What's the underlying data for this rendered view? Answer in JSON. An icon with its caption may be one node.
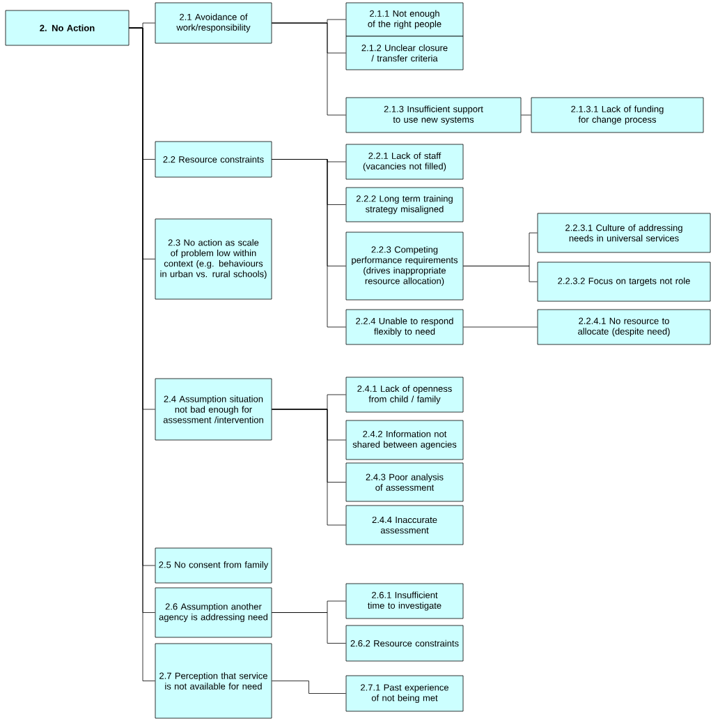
{
  "diagram": {
    "nodes": [
      {
        "text": [
          "2. No Action"
        ]
      },
      {
        "text": [
          "2.1 Avoidance of work/responsibility"
        ]
      },
      {
        "text": [
          "2.1.1 Not enough of the right people"
        ]
      },
      {
        "text": [
          "2.1.2 Unclear closure / transfer criteria"
        ]
      },
      {
        "text": [
          "2.1.3 Insufficient support to use new systems"
        ]
      },
      {
        "text": [
          "2.1.3.1 Lack of funding for change process"
        ]
      },
      {
        "text": [
          "2.2 Resource constraints"
        ]
      },
      {
        "text": [
          "2.2.1 Lack of staff (vacancies not filled)"
        ]
      },
      {
        "text": [
          "2.2.2 Long term training strategy misaligned"
        ]
      },
      {
        "text": [
          "2.2.3 Competing performance requirements (drives inappropriate resource allocation)"
        ]
      },
      {
        "text": [
          "2.2.3.1 Culture of addressing needs in universal services"
        ]
      },
      {
        "text": [
          "2.2.3.2 Focus on targets not role"
        ]
      },
      {
        "text": [
          "2.2.4 Unable to respond flexibly to need"
        ]
      },
      {
        "text": [
          "2.2.4.1 No resource to allocate (despite need)"
        ]
      },
      {
        "text": [
          "2.3 No action as scale of problem low within context (e.g. behaviours in urban vs. rural schools)"
        ]
      },
      {
        "text": [
          "2.4 Assumption situation not bad enough for assessment /intervention"
        ]
      },
      {
        "text": [
          "2.4.1 Lack of openness from child / family"
        ]
      },
      {
        "text": [
          "2.4.2 Information not shared between agencies"
        ]
      },
      {
        "text": [
          "2.4.3 Poor analysis of assessment"
        ]
      },
      {
        "text": [
          "2.4.4 Inaccurate assessment"
        ]
      },
      {
        "text": [
          "2.5 No consent from family"
        ]
      },
      {
        "text": [
          "2.6 Assumption another agency is addressing need"
        ]
      },
      {
        "text": [
          "2.6.1 Insufficient time to investigate"
        ]
      },
      {
        "text": [
          "2.6.2 Resource constraints"
        ]
      },
      {
        "text": [
          "2.7 Perception that service is not available for need"
        ]
      },
      {
        "text": [
          "2.7.1 Past experience of not being met"
        ]
      }
    ],
    "edges": [
      {
        "from": 0,
        "to": 1,
        "arrow": "none"
      },
      {
        "from": 0,
        "to": 6,
        "arrow": "none"
      },
      {
        "from": 0,
        "to": 14,
        "arrow": "none"
      },
      {
        "from": 0,
        "to": 15,
        "arrow": "none"
      },
      {
        "from": 0,
        "to": 20,
        "arrow": "none"
      },
      {
        "from": 0,
        "to": 21,
        "arrow": "none"
      },
      {
        "from": 0,
        "to": 24,
        "arrow": "none"
      },
      {
        "from": 1,
        "to": 2,
        "arrow": "none"
      },
      {
        "from": 1,
        "to": 3,
        "arrow": "none"
      },
      {
        "from": 1,
        "to": 4,
        "arrow": "none"
      },
      {
        "from": 4,
        "to": 5,
        "arrow": "none"
      },
      {
        "from": 6,
        "to": 7,
        "arrow": "none"
      },
      {
        "from": 6,
        "to": 8,
        "arrow": "none"
      },
      {
        "from": 6,
        "to": 9,
        "arrow": "none"
      },
      {
        "from": 6,
        "to": 12,
        "arrow": "none"
      },
      {
        "from": 9,
        "to": 10,
        "arrow": "none"
      },
      {
        "from": 9,
        "to": 11,
        "arrow": "none"
      },
      {
        "from": 12,
        "to": 13,
        "arrow": "none"
      },
      {
        "from": 15,
        "to": 16,
        "arrow": "none"
      },
      {
        "from": 15,
        "to": 17,
        "arrow": "none"
      },
      {
        "from": 15,
        "to": 18,
        "arrow": "none"
      },
      {
        "from": 15,
        "to": 19,
        "arrow": "none"
      },
      {
        "from": 21,
        "to": 22,
        "arrow": "none"
      },
      {
        "from": 21,
        "to": 23,
        "arrow": "none"
      },
      {
        "from": 24,
        "to": 25,
        "arrow": "none"
      }
    ]
  }
}
